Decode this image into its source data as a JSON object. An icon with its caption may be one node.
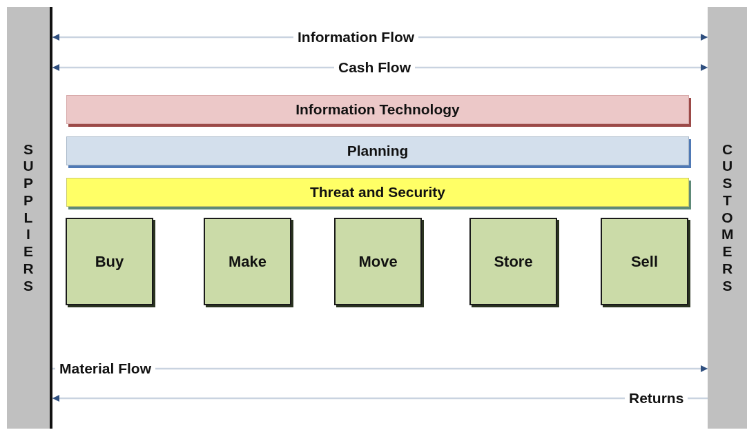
{
  "diagram": {
    "nodes": [
      {
        "text": [
          "SUPPLIERS"
        ]
      },
      {
        "text": [
          "CUSTOMERS"
        ]
      },
      {
        "text": [
          "Information Technology"
        ]
      },
      {
        "text": [
          "Planning"
        ]
      },
      {
        "text": [
          "Threat and Security"
        ]
      },
      {
        "text": [
          "Buy"
        ]
      },
      {
        "text": [
          "Make"
        ]
      },
      {
        "text": [
          "Move"
        ]
      },
      {
        "text": [
          "Store"
        ]
      },
      {
        "text": [
          "Sell"
        ]
      }
    ],
    "edges": [
      {
        "from": 0,
        "to": 1,
        "arrow": "both",
        "label": "Information Flow"
      },
      {
        "from": 0,
        "to": 1,
        "arrow": "both",
        "label": "Cash Flow"
      },
      {
        "from": 0,
        "to": 1,
        "arrow": "to",
        "label": "Material Flow"
      },
      {
        "from": 1,
        "to": 0,
        "arrow": "to",
        "label": "Returns"
      }
    ]
  }
}
